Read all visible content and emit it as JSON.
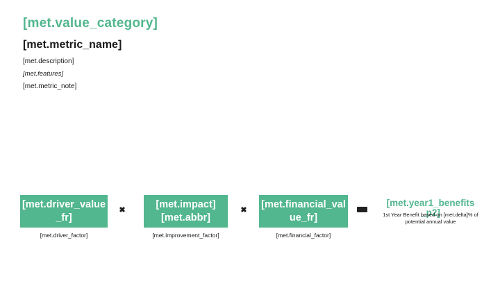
{
  "slide": {
    "value_category": "[met.value_category]",
    "metric_name": "[met.metric_name]",
    "description": "[met.description]",
    "features": "[met.features]",
    "metric_note": "[met.metric_note]"
  },
  "formula": {
    "driver_box": {
      "value": "[met.driver_value_fr]",
      "factor": "[met.driver_factor]"
    },
    "impact_box": {
      "impact": "[met.impact]",
      "abbr": "[met.abbr]",
      "factor": "[met.improvement_factor]"
    },
    "financial_box": {
      "value": "[met.financial_value_fr]",
      "factor": "[met.financial_factor]"
    },
    "result": {
      "benefit": "[met.year1_benefits_p2]",
      "note": "1st Year Benefit based on [met.delta]% of potential annual value"
    }
  },
  "icons": {
    "multiply": "✖"
  },
  "colors": {
    "accent_green": "#52b68f",
    "box_text": "#ffffff",
    "text_dark": "#1a1a1a",
    "equals_dark": "#212121"
  }
}
